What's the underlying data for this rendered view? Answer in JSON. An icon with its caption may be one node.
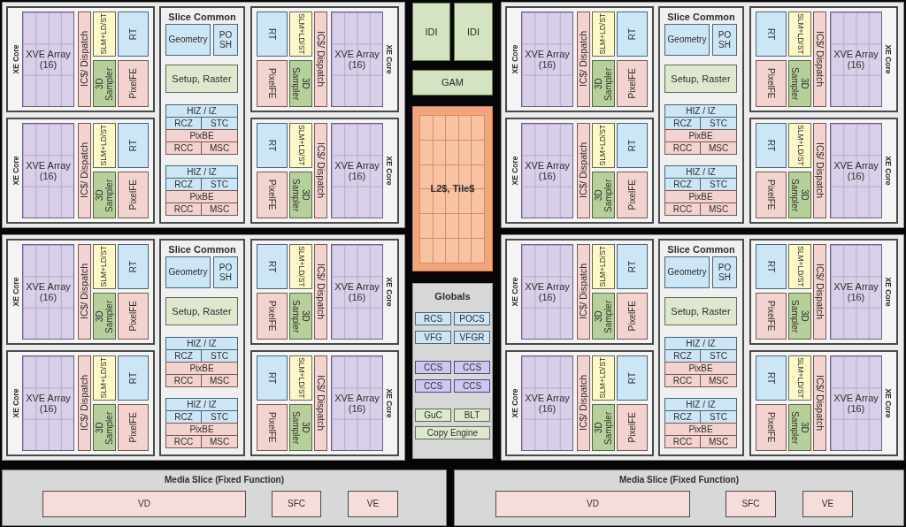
{
  "diagram": {
    "nodes": [
      {
        "text": [],
        "shape": "box"
      },
      {
        "text": [
          "XE Core"
        ],
        "in": 0
      },
      {
        "text": [
          "XVE Array (16)"
        ],
        "in": 1
      },
      {
        "text": [
          "IC$/ Dispatch"
        ],
        "in": 1
      },
      {
        "text": [
          "SLM+LD/ST"
        ],
        "in": 1
      },
      {
        "text": [
          "RT"
        ],
        "in": 1
      },
      {
        "text": [
          "3D Sampler"
        ],
        "in": 1
      },
      {
        "text": [
          "PixelFE"
        ],
        "in": 1
      },
      {
        "text": [
          "XE Core"
        ],
        "in": 0
      },
      {
        "text": [
          "XVE Array (16)"
        ],
        "in": 8
      },
      {
        "text": [
          "IC$/ Dispatch"
        ],
        "in": 8
      },
      {
        "text": [
          "SLM+LD/ST"
        ],
        "in": 8
      },
      {
        "text": [
          "RT"
        ],
        "in": 8
      },
      {
        "text": [
          "3D Sampler"
        ],
        "in": 8
      },
      {
        "text": [
          "PixelFE"
        ],
        "in": 8
      },
      {
        "text": [
          "Slice Common"
        ],
        "in": 0
      },
      {
        "text": [
          "Geometry"
        ],
        "in": 15
      },
      {
        "text": [
          "PO SH"
        ],
        "in": 15
      },
      {
        "text": [
          "Setup, Raster"
        ],
        "in": 15
      },
      {
        "text": [
          "HIZ / IZ"
        ],
        "in": 15
      },
      {
        "text": [
          "RCZ"
        ],
        "in": 15
      },
      {
        "text": [
          "STC"
        ],
        "in": 15
      },
      {
        "text": [
          "PixBE"
        ],
        "in": 15
      },
      {
        "text": [
          "RCC"
        ],
        "in": 15
      },
      {
        "text": [
          "MSC"
        ],
        "in": 15
      },
      {
        "text": [
          "HIZ / IZ"
        ],
        "in": 15
      },
      {
        "text": [
          "RCZ"
        ],
        "in": 15
      },
      {
        "text": [
          "STC"
        ],
        "in": 15
      },
      {
        "text": [
          "PixBE"
        ],
        "in": 15
      },
      {
        "text": [
          "RCC"
        ],
        "in": 15
      },
      {
        "text": [
          "MSC"
        ],
        "in": 15
      },
      {
        "text": [
          "XE Core"
        ],
        "in": 0
      },
      {
        "text": [
          "RT"
        ],
        "in": 31
      },
      {
        "text": [
          "SLM+LD/ST"
        ],
        "in": 31
      },
      {
        "text": [
          "IC$/ Dispatch"
        ],
        "in": 31
      },
      {
        "text": [
          "XVE Array (16)"
        ],
        "in": 31
      },
      {
        "text": [
          "PixelFE"
        ],
        "in": 31
      },
      {
        "text": [
          "3D Sampler"
        ],
        "in": 31
      },
      {
        "text": [
          "XE Core"
        ],
        "in": 0
      },
      {
        "text": [
          "RT"
        ],
        "in": 38
      },
      {
        "text": [
          "SLM+LD/ST"
        ],
        "in": 38
      },
      {
        "text": [
          "IC$/ Dispatch"
        ],
        "in": 38
      },
      {
        "text": [
          "XVE Array (16)"
        ],
        "in": 38
      },
      {
        "text": [
          "PixelFE"
        ],
        "in": 38
      },
      {
        "text": [
          "3D Sampler"
        ],
        "in": 38
      },
      {
        "text": [
          "IDI"
        ]
      },
      {
        "text": [
          "IDI"
        ]
      },
      {
        "text": [
          "GAM"
        ]
      },
      {
        "text": [
          "L2$, Tile$"
        ]
      },
      {
        "text": [
          "Globals"
        ]
      },
      {
        "text": [
          "RCS"
        ],
        "in": 49
      },
      {
        "text": [
          "POCS"
        ],
        "in": 49
      },
      {
        "text": [
          "VFG"
        ],
        "in": 49
      },
      {
        "text": [
          "VFGR"
        ],
        "in": 49
      },
      {
        "text": [
          "CCS"
        ],
        "in": 49
      },
      {
        "text": [
          "CCS"
        ],
        "in": 49
      },
      {
        "text": [
          "CCS"
        ],
        "in": 49
      },
      {
        "text": [
          "CCS"
        ],
        "in": 49
      },
      {
        "text": [
          "GuC"
        ],
        "in": 49
      },
      {
        "text": [
          "BLT"
        ],
        "in": 49
      },
      {
        "text": [
          "Copy Engine"
        ],
        "in": 49
      },
      {
        "text": [],
        "shape": "box"
      },
      {
        "text": [
          "XE Core"
        ],
        "in": 61
      },
      {
        "text": [
          "XVE Array (16)"
        ],
        "in": 62
      },
      {
        "text": [
          "IC$/ Dispatch"
        ],
        "in": 62
      },
      {
        "text": [
          "SLM+LD/ST"
        ],
        "in": 62
      },
      {
        "text": [
          "RT"
        ],
        "in": 62
      },
      {
        "text": [
          "3D Sampler"
        ],
        "in": 62
      },
      {
        "text": [
          "PixelFE"
        ],
        "in": 62
      },
      {
        "text": [
          "XE Core"
        ],
        "in": 61
      },
      {
        "text": [
          "XVE Array (16)"
        ],
        "in": 69
      },
      {
        "text": [
          "IC$/ Dispatch"
        ],
        "in": 69
      },
      {
        "text": [
          "SLM+LD/ST"
        ],
        "in": 69
      },
      {
        "text": [
          "RT"
        ],
        "in": 69
      },
      {
        "text": [
          "3D Sampler"
        ],
        "in": 69
      },
      {
        "text": [
          "PixelFE"
        ],
        "in": 69
      },
      {
        "text": [
          "Slice Common"
        ],
        "in": 61
      },
      {
        "text": [
          "Geometry"
        ],
        "in": 76
      },
      {
        "text": [
          "PO SH"
        ],
        "in": 76
      },
      {
        "text": [
          "Setup, Raster"
        ],
        "in": 76
      },
      {
        "text": [
          "HIZ / IZ"
        ],
        "in": 76
      },
      {
        "text": [
          "RCZ"
        ],
        "in": 76
      },
      {
        "text": [
          "STC"
        ],
        "in": 76
      },
      {
        "text": [
          "PixBE"
        ],
        "in": 76
      },
      {
        "text": [
          "RCC"
        ],
        "in": 76
      },
      {
        "text": [
          "MSC"
        ],
        "in": 76
      },
      {
        "text": [
          "HIZ / IZ"
        ],
        "in": 76
      },
      {
        "text": [
          "RCZ"
        ],
        "in": 76
      },
      {
        "text": [
          "STC"
        ],
        "in": 76
      },
      {
        "text": [
          "PixBE"
        ],
        "in": 76
      },
      {
        "text": [
          "RCC"
        ],
        "in": 76
      },
      {
        "text": [
          "MSC"
        ],
        "in": 76
      },
      {
        "text": [
          "XE Core"
        ],
        "in": 61
      },
      {
        "text": [
          "RT"
        ],
        "in": 92
      },
      {
        "text": [
          "SLM+LD/ST"
        ],
        "in": 92
      },
      {
        "text": [
          "IC$/ Dispatch"
        ],
        "in": 92
      },
      {
        "text": [
          "XVE Array (16)"
        ],
        "in": 92
      },
      {
        "text": [
          "PixelFE"
        ],
        "in": 92
      },
      {
        "text": [
          "3D Sampler"
        ],
        "in": 92
      },
      {
        "text": [
          "XE Core"
        ],
        "in": 61
      },
      {
        "text": [
          "RT"
        ],
        "in": 99
      },
      {
        "text": [
          "SLM+LD/ST"
        ],
        "in": 99
      },
      {
        "text": [
          "IC$/ Dispatch"
        ],
        "in": 99
      },
      {
        "text": [
          "XVE Array (16)"
        ],
        "in": 99
      },
      {
        "text": [
          "PixelFE"
        ],
        "in": 99
      },
      {
        "text": [
          "3D Sampler"
        ],
        "in": 99
      },
      {
        "text": [],
        "shape": "box"
      },
      {
        "text": [
          "XE Core"
        ],
        "in": 106
      },
      {
        "text": [
          "XVE Array (16)"
        ],
        "in": 107
      },
      {
        "text": [
          "IC$/ Dispatch"
        ],
        "in": 107
      },
      {
        "text": [
          "SLM+LD/ST"
        ],
        "in": 107
      },
      {
        "text": [
          "RT"
        ],
        "in": 107
      },
      {
        "text": [
          "3D Sampler"
        ],
        "in": 107
      },
      {
        "text": [
          "PixelFE"
        ],
        "in": 107
      },
      {
        "text": [
          "XE Core"
        ],
        "in": 106
      },
      {
        "text": [
          "XVE Array (16)"
        ],
        "in": 114
      },
      {
        "text": [
          "IC$/ Dispatch"
        ],
        "in": 114
      },
      {
        "text": [
          "SLM+LD/ST"
        ],
        "in": 114
      },
      {
        "text": [
          "RT"
        ],
        "in": 114
      },
      {
        "text": [
          "3D Sampler"
        ],
        "in": 114
      },
      {
        "text": [
          "PixelFE"
        ],
        "in": 114
      },
      {
        "text": [
          "Slice Common"
        ],
        "in": 106
      },
      {
        "text": [
          "Geometry"
        ],
        "in": 121
      },
      {
        "text": [
          "PO SH"
        ],
        "in": 121
      },
      {
        "text": [
          "Setup, Raster"
        ],
        "in": 121
      },
      {
        "text": [
          "HIZ / IZ"
        ],
        "in": 121
      },
      {
        "text": [
          "RCZ"
        ],
        "in": 121
      },
      {
        "text": [
          "STC"
        ],
        "in": 121
      },
      {
        "text": [
          "PixBE"
        ],
        "in": 121
      },
      {
        "text": [
          "RCC"
        ],
        "in": 121
      },
      {
        "text": [
          "MSC"
        ],
        "in": 121
      },
      {
        "text": [
          "HIZ / IZ"
        ],
        "in": 121
      },
      {
        "text": [
          "RCZ"
        ],
        "in": 121
      },
      {
        "text": [
          "STC"
        ],
        "in": 121
      },
      {
        "text": [
          "PixBE"
        ],
        "in": 121
      },
      {
        "text": [
          "RCC"
        ],
        "in": 121
      },
      {
        "text": [
          "MSC"
        ],
        "in": 121
      },
      {
        "text": [
          "XE Core"
        ],
        "in": 106
      },
      {
        "text": [
          "RT"
        ],
        "in": 137
      },
      {
        "text": [
          "SLM+LD/ST"
        ],
        "in": 137
      },
      {
        "text": [
          "IC$/ Dispatch"
        ],
        "in": 137
      },
      {
        "text": [
          "XVE Array (16)"
        ],
        "in": 137
      },
      {
        "text": [
          "PixelFE"
        ],
        "in": 137
      },
      {
        "text": [
          "3D Sampler"
        ],
        "in": 137
      },
      {
        "text": [
          "XE Core"
        ],
        "in": 106
      },
      {
        "text": [
          "RT"
        ],
        "in": 144
      },
      {
        "text": [
          "SLM+LD/ST"
        ],
        "in": 144
      },
      {
        "text": [
          "IC$/ Dispatch"
        ],
        "in": 144
      },
      {
        "text": [
          "XVE Array (16)"
        ],
        "in": 144
      },
      {
        "text": [
          "PixelFE"
        ],
        "in": 144
      },
      {
        "text": [
          "3D Sampler"
        ],
        "in": 144
      },
      {
        "text": [],
        "shape": "box"
      },
      {
        "text": [
          "XE Core"
        ],
        "in": 151
      },
      {
        "text": [
          "XVE Array (16)"
        ],
        "in": 152
      },
      {
        "text": [
          "IC$/ Dispatch"
        ],
        "in": 152
      },
      {
        "text": [
          "SLM+LD/ST"
        ],
        "in": 152
      },
      {
        "text": [
          "RT"
        ],
        "in": 152
      },
      {
        "text": [
          "3D Sampler"
        ],
        "in": 152
      },
      {
        "text": [
          "PixelFE"
        ],
        "in": 152
      },
      {
        "text": [
          "XE Core"
        ],
        "in": 151
      },
      {
        "text": [
          "XVE Array (16)"
        ],
        "in": 159
      },
      {
        "text": [
          "IC$/ Dispatch"
        ],
        "in": 159
      },
      {
        "text": [
          "SLM+LD/ST"
        ],
        "in": 159
      },
      {
        "text": [
          "RT"
        ],
        "in": 159
      },
      {
        "text": [
          "3D Sampler"
        ],
        "in": 159
      },
      {
        "text": [
          "PixelFE"
        ],
        "in": 159
      },
      {
        "text": [
          "Slice Common"
        ],
        "in": 151
      },
      {
        "text": [
          "Geometry"
        ],
        "in": 166
      },
      {
        "text": [
          "PO SH"
        ],
        "in": 166
      },
      {
        "text": [
          "Setup, Raster"
        ],
        "in": 166
      },
      {
        "text": [
          "HIZ / IZ"
        ],
        "in": 166
      },
      {
        "text": [
          "RCZ"
        ],
        "in": 166
      },
      {
        "text": [
          "STC"
        ],
        "in": 166
      },
      {
        "text": [
          "PixBE"
        ],
        "in": 166
      },
      {
        "text": [
          "RCC"
        ],
        "in": 166
      },
      {
        "text": [
          "MSC"
        ],
        "in": 166
      },
      {
        "text": [
          "HIZ / IZ"
        ],
        "in": 166
      },
      {
        "text": [
          "RCZ"
        ],
        "in": 166
      },
      {
        "text": [
          "STC"
        ],
        "in": 166
      },
      {
        "text": [
          "PixBE"
        ],
        "in": 166
      },
      {
        "text": [
          "RCC"
        ],
        "in": 166
      },
      {
        "text": [
          "MSC"
        ],
        "in": 166
      },
      {
        "text": [
          "XE Core"
        ],
        "in": 151
      },
      {
        "text": [
          "RT"
        ],
        "in": 182
      },
      {
        "text": [
          "SLM+LD/ST"
        ],
        "in": 182
      },
      {
        "text": [
          "IC$/ Dispatch"
        ],
        "in": 182
      },
      {
        "text": [
          "XVE Array (16)"
        ],
        "in": 182
      },
      {
        "text": [
          "PixelFE"
        ],
        "in": 182
      },
      {
        "text": [
          "3D Sampler"
        ],
        "in": 182
      },
      {
        "text": [
          "XE Core"
        ],
        "in": 151
      },
      {
        "text": [
          "RT"
        ],
        "in": 189
      },
      {
        "text": [
          "SLM+LD/ST"
        ],
        "in": 189
      },
      {
        "text": [
          "IC$/ Dispatch"
        ],
        "in": 189
      },
      {
        "text": [
          "XVE Array (16)"
        ],
        "in": 189
      },
      {
        "text": [
          "PixelFE"
        ],
        "in": 189
      },
      {
        "text": [
          "3D Sampler"
        ],
        "in": 189
      },
      {
        "text": [
          "Media Slice (Fixed Function)"
        ]
      },
      {
        "text": [
          "VD"
        ],
        "in": 196
      },
      {
        "text": [
          "SFC"
        ],
        "in": 196
      },
      {
        "text": [
          "VE"
        ],
        "in": 196
      },
      {
        "text": [
          "Media Slice (Fixed Function)"
        ]
      },
      {
        "text": [
          "VD"
        ],
        "in": 200
      },
      {
        "text": [
          "SFC"
        ],
        "in": 200
      },
      {
        "text": [
          "VE"
        ],
        "in": 200
      }
    ]
  }
}
